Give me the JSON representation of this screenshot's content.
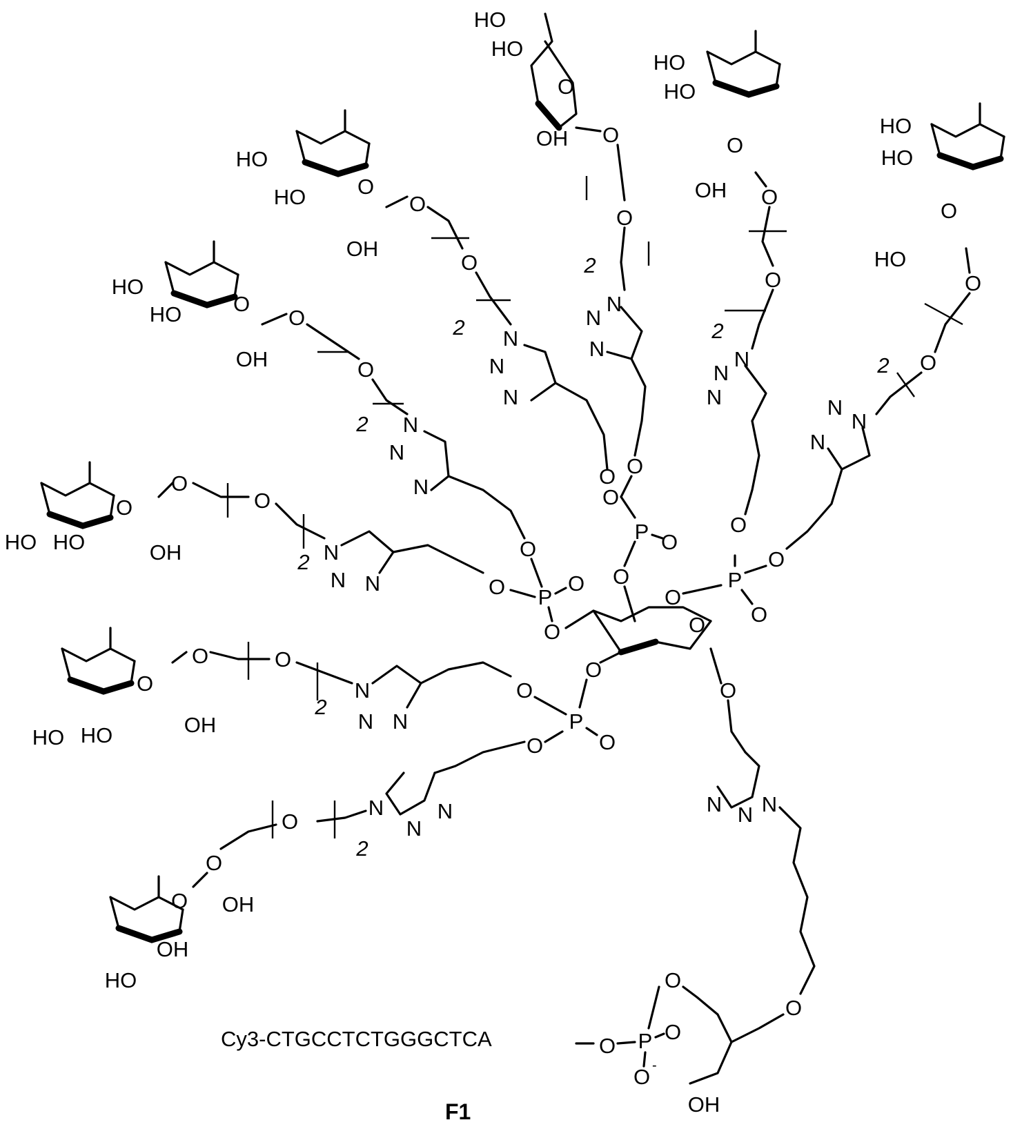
{
  "labels": {
    "hydroxyl": "HO",
    "hydroxyl_right": "OH",
    "oxygen": "O",
    "nitrogen": "N",
    "phosphorus": "P",
    "repeat": "2",
    "oligo": "Cy3-CTGCCTCTGGGCTCA",
    "charge": "-",
    "compound": "F1"
  }
}
